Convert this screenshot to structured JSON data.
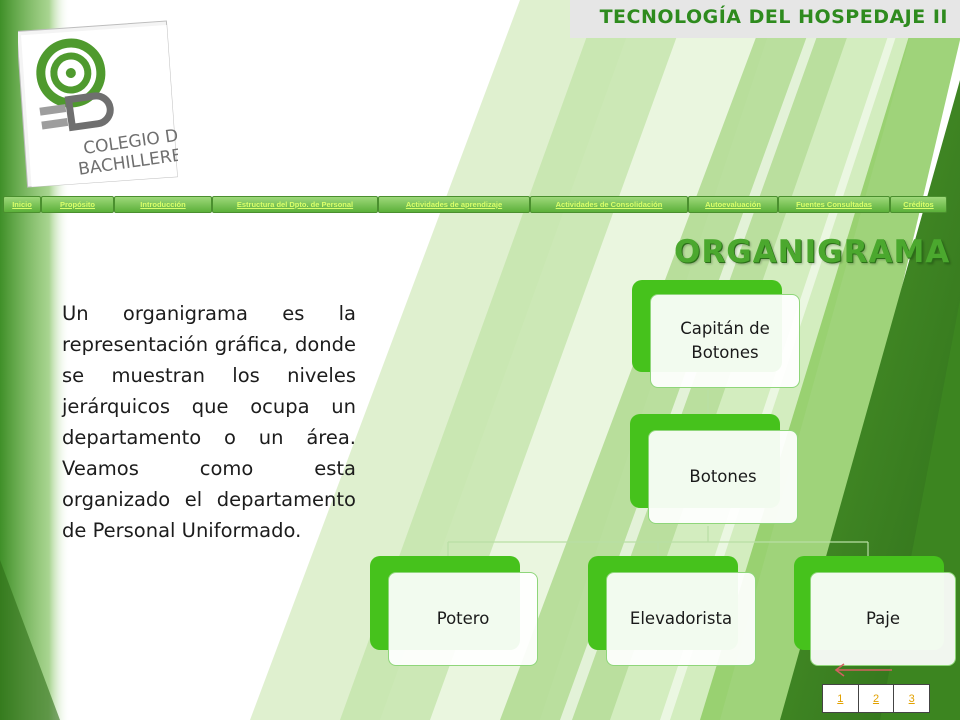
{
  "header": {
    "title": "TECNOLOGÍA DEL HOSPEDAJE II"
  },
  "logo": {
    "text_line1": "COLEGIO DE",
    "text_line2": "BACHILLERES"
  },
  "nav": {
    "items": [
      {
        "label": "Inicio"
      },
      {
        "label": "Propósito"
      },
      {
        "label": "Introducción"
      },
      {
        "label": "Estructura del Dpto. de Personal"
      },
      {
        "label": "Actividades de aprendizaje"
      },
      {
        "label": "Actividades de Consolidación"
      },
      {
        "label": "Autoevaluación"
      },
      {
        "label": "Fuentes Consultadas"
      },
      {
        "label": "Créditos"
      }
    ]
  },
  "slide": {
    "title": "ORGANIGRAMA",
    "body": "Un organigrama es la representación gráfica, donde se muestran los niveles jerárquicos que ocupa un departamento o un área. Veamos como esta organizado el departamento de Personal Uniformado."
  },
  "org_chart": {
    "top": "Capitán de Botones",
    "middle": "Botones",
    "bottom": [
      "Potero",
      "Elevadorista",
      "Paje"
    ]
  },
  "pager": {
    "pages": [
      "1",
      "2",
      "3"
    ]
  },
  "icons": {
    "back": "back-arrow-icon"
  },
  "colors": {
    "accent_green": "#4ba82e",
    "box_green": "#46c21c",
    "nav_link": "#d9ff6a",
    "pager_link": "#e2a100"
  }
}
